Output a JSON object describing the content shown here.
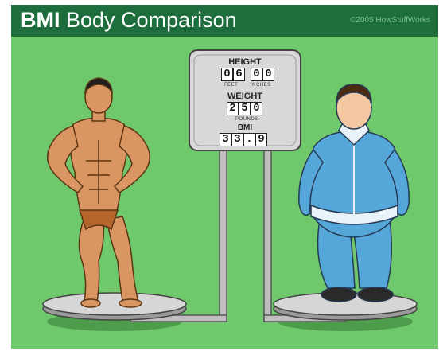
{
  "header": {
    "title_bold": "BMI",
    "title_rest": "Body Comparison",
    "copyright": "©2005 HowStuffWorks"
  },
  "scale_display": {
    "height_label": "HEIGHT",
    "height_feet": [
      "0",
      "6"
    ],
    "height_inches": [
      "0",
      "0"
    ],
    "feet_label": "FEET",
    "inches_label": "INCHES",
    "weight_label": "WEIGHT",
    "weight_digits": [
      "2",
      "5",
      "0"
    ],
    "pounds_label": "POUNDS",
    "bmi_label": "BMI",
    "bmi_digits": [
      "3",
      "3",
      ".",
      "9"
    ]
  },
  "colors": {
    "background": "#6fc86b",
    "banner": "#1d6d3d",
    "display_panel": "#d8d8d8",
    "skin": "#d99662",
    "tracksuit": "#56a7d9"
  },
  "figures": {
    "left": "bodybuilder-figure",
    "right": "overweight-man-figure"
  }
}
